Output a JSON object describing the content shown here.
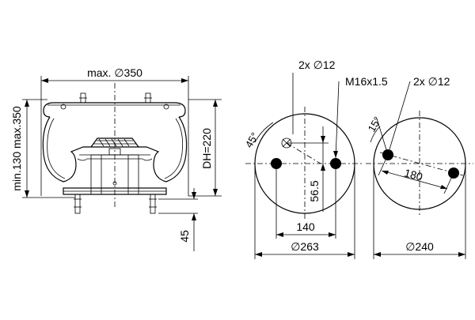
{
  "side_view": {
    "max_diameter": "max. ∅350",
    "height_range": "min.130 max.350",
    "design_height": "DH=220",
    "stud_length": "45"
  },
  "top_plate_view": {
    "holes": "2x ∅12",
    "thread": "M16x1.5",
    "angle": "45°",
    "hole_spacing_vertical": "56.5",
    "hole_spacing_horizontal": "140",
    "diameter": "∅263"
  },
  "bottom_plate_view": {
    "holes": "2x ∅12",
    "angle": "15°",
    "hole_distance": "180",
    "diameter": "∅240"
  }
}
